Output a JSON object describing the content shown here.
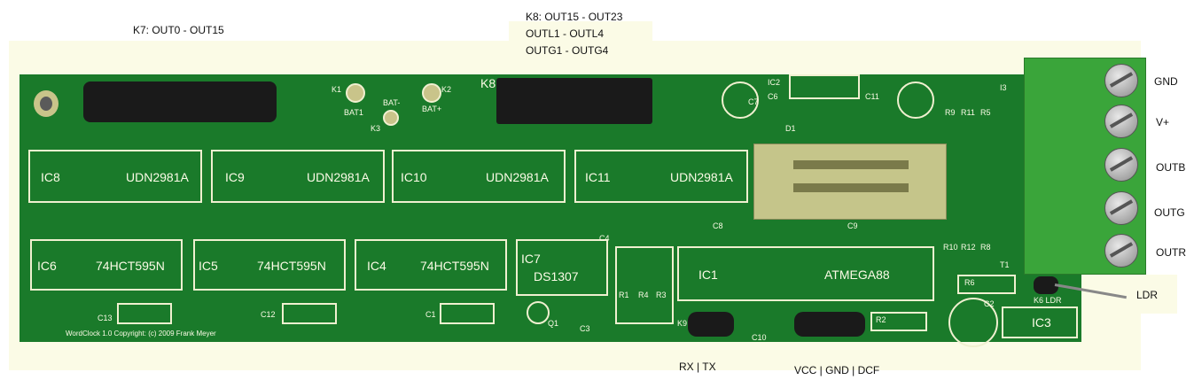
{
  "connectors": {
    "k7": "K7: OUT0 - OUT15",
    "k8_line1": "K8: OUT15 - OUT23",
    "k8_line2": "OUTL1 - OUTL4",
    "k8_line3": "OUTG1 - OUTG4",
    "terminal_gnd": "GND",
    "terminal_vplus": "V+",
    "terminal_outb": "OUTB",
    "terminal_outg": "OUTG",
    "terminal_outr": "OUTR",
    "ldr": "LDR",
    "rx_tx": "RX | TX",
    "vcc_gnd_dcf": "VCC | GND | DCF"
  },
  "silkscreen": {
    "credit": "WordClock 1.0 Copyright: (c) 2009 Frank Meyer",
    "ic8": "IC8",
    "ic8_type": "UDN2981A",
    "ic9": "IC9",
    "ic9_type": "UDN2981A",
    "ic10": "IC10",
    "ic10_type": "UDN2981A",
    "ic11": "IC11",
    "ic11_type": "UDN2981A",
    "ic6": "IC6",
    "ic6_type": "74HCT595N",
    "ic5": "IC5",
    "ic5_type": "74HCT595N",
    "ic4": "IC4",
    "ic4_type": "74HCT595N",
    "ic7": "IC7",
    "ic7_type": "DS1307",
    "ic1": "IC1",
    "ic1_type": "ATMEGA88",
    "ic2": "IC2",
    "ic3": "IC3",
    "k1": "K1",
    "k2": "K2",
    "k3": "K3",
    "k6": "K6",
    "k8": "K8",
    "k9": "K9",
    "bat1": "BAT1",
    "batminus": "BAT-",
    "batplus": "BAT+",
    "c1": "C1",
    "c2": "C2",
    "c3": "C3",
    "c4": "C4",
    "c6": "C6",
    "c7": "C7",
    "c8": "C8",
    "c9": "C9",
    "c10": "C10",
    "c11": "C11",
    "c12": "C12",
    "c13": "C13",
    "r1": "R1",
    "r2": "R2",
    "r3": "R3",
    "r4": "R4",
    "r5": "R5",
    "r6": "R6",
    "r8": "R8",
    "r9": "R9",
    "r10": "R10",
    "r11": "R11",
    "r12": "R12",
    "q1": "Q1",
    "t1": "T1",
    "i3": "I3",
    "d1": "D1",
    "k6ldr": "K6 LDR"
  },
  "colors": {
    "board": "#1a7a2a",
    "silkscreen": "#fbfbe6",
    "terminal": "#3aa53a",
    "background": "#fbfbe6"
  }
}
